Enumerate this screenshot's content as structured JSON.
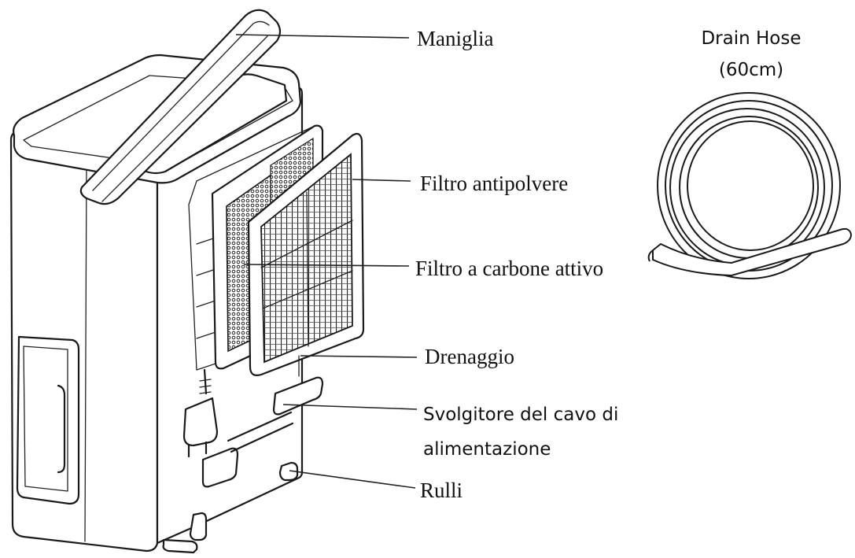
{
  "labels": {
    "maniglia": "Maniglia",
    "filtro_antipolvere": "Filtro antipolvere",
    "filtro_carbone": "Filtro a carbone attivo",
    "drenaggio": "Drenaggio",
    "svolgitore_line1": "Svolgitore del cavo di",
    "svolgitore_line2": "alimentazione",
    "rulli": "Rulli",
    "hose_line1": "Drain Hose",
    "hose_line2": "(60cm)"
  }
}
